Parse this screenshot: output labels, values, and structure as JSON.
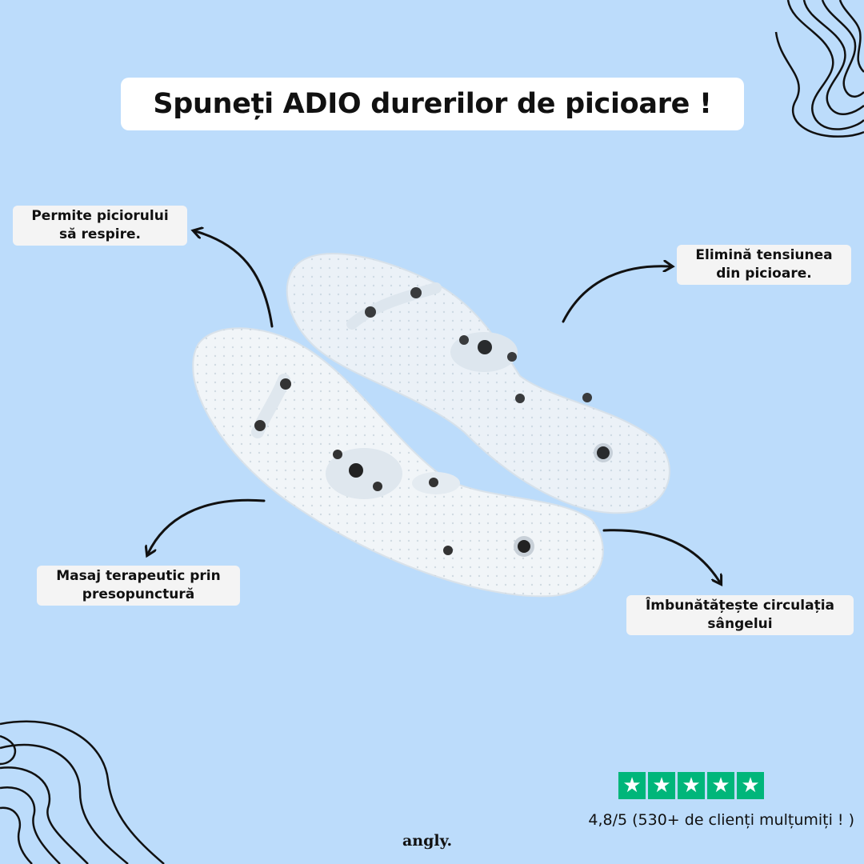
{
  "headline": "Spuneți ADIO durerilor de picioare !",
  "callouts": {
    "top_left": {
      "line1": "Permite piciorului",
      "line2": "să respire."
    },
    "top_right": {
      "line1": "Elimină tensiunea",
      "line2": "din picioare."
    },
    "bottom_left": {
      "line1": "Masaj terapeutic prin",
      "line2": "presopunctură"
    },
    "bottom_right": {
      "line1": "Îmbunătățește circulația",
      "line2": "sângelui"
    }
  },
  "rating": {
    "stars": 5,
    "star_glyph": "★",
    "text": "4,8/5 (530+ de clienți mulțumiți ! )"
  },
  "brand": "angly.",
  "colors": {
    "background": "#bcdcfb",
    "star_green": "#00b67a",
    "text": "#111111"
  },
  "icons": [
    "arrow-icon",
    "insole-image",
    "decorative-wave-lines"
  ]
}
